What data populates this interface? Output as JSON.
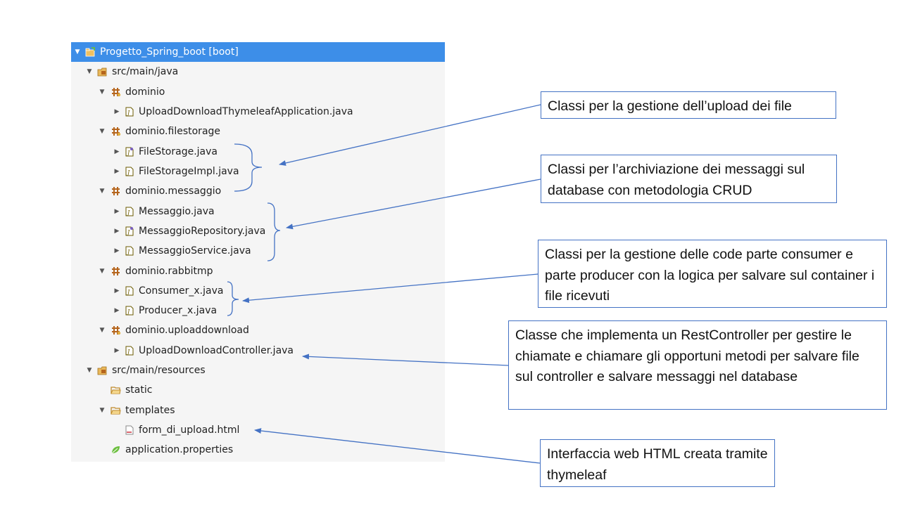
{
  "tree": {
    "root": "Progetto_Spring_boot [boot]",
    "src_main_java": "src/main/java",
    "pkg_dominio": "dominio",
    "file_app": "UploadDownloadThymeleafApplication.java",
    "pkg_filestorage": "dominio.filestorage",
    "file_filestorage": "FileStorage.java",
    "file_filestorageimpl": "FileStorageImpl.java",
    "pkg_messaggio": "dominio.messaggio",
    "file_messaggio": "Messaggio.java",
    "file_messaggiorepository": "MessaggioRepository.java",
    "file_messaggioservice": "MessaggioService.java",
    "pkg_rabbitmp": "dominio.rabbitmp",
    "file_consumer": "Consumer_x.java",
    "file_producer": "Producer_x.java",
    "pkg_uploaddownload": "dominio.uploaddownload",
    "file_controller": "UploadDownloadController.java",
    "src_main_resources": "src/main/resources",
    "folder_static": "static",
    "folder_templates": "templates",
    "file_form": "form_di_upload.html",
    "file_properties": "application.properties"
  },
  "notes": {
    "upload": "Classi per la gestione dell’upload dei file",
    "crud": "Classi per l’archiviazione dei messaggi sul database con metodologia CRUD",
    "queues": "Classi per la gestione delle code parte consumer e parte producer con la logica per salvare sul container i file ricevuti",
    "controller": "Classe che implementa un RestController per gestire le chiamate e chiamare gli opportuni metodi per salvare file sul controller e salvare messaggi nel database",
    "web": "Interfaccia web HTML creata tramite thymeleaf"
  },
  "colors": {
    "selection": "#3d8ee8",
    "tree_background": "#f5f5f5",
    "callout_border": "#4472c4",
    "package_icon": "#b5651d",
    "java_icon": "#6b5a00",
    "folder_icon": "#c08a2a"
  }
}
